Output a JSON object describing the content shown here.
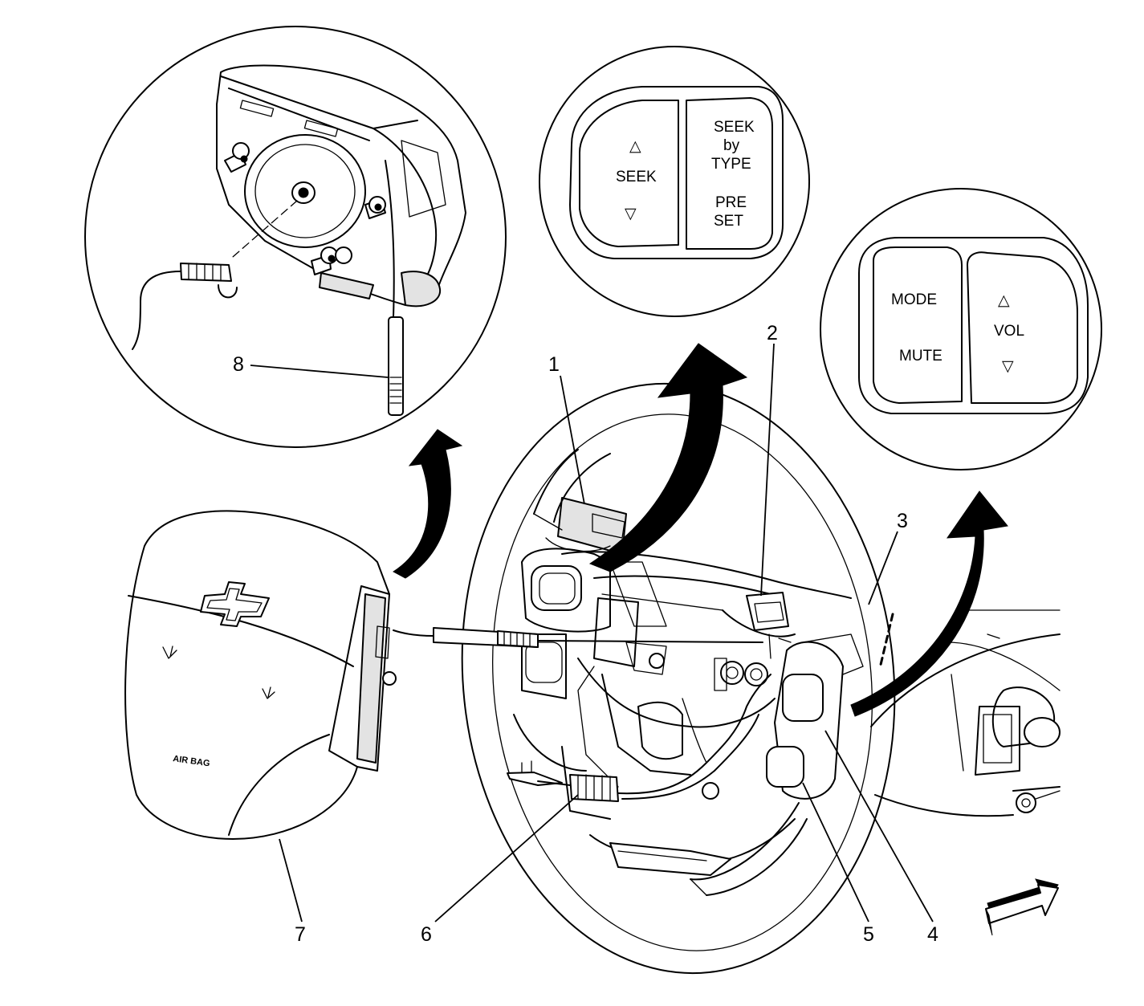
{
  "callouts": {
    "c1": "1",
    "c2": "2",
    "c3": "3",
    "c4": "4",
    "c5": "5",
    "c6": "6",
    "c7": "7",
    "c8": "8"
  },
  "left_switch": {
    "seek_up_symbol": "△",
    "seek_label": "SEEK",
    "seek_down_symbol": "▽",
    "seek_by_type_line1": "SEEK",
    "seek_by_type_line2": "by",
    "seek_by_type_line3": "TYPE",
    "preset_line1": "PRE",
    "preset_line2": "SET"
  },
  "right_switch": {
    "mode_label": "MODE",
    "mute_label": "MUTE",
    "vol_up_symbol": "△",
    "vol_label": "VOL",
    "vol_down_symbol": "▽"
  },
  "airbag_module": {
    "emblem_text": "AIR BAG"
  },
  "icons": {
    "front_arrow": "front-direction-arrow-icon",
    "bowtie": "chevrolet-bowtie-icon",
    "horn_left": "horn-icon",
    "horn_right": "horn-icon"
  },
  "colors": {
    "line": "#000000",
    "background": "#ffffff",
    "panel_shade": "#e3e3e3"
  }
}
